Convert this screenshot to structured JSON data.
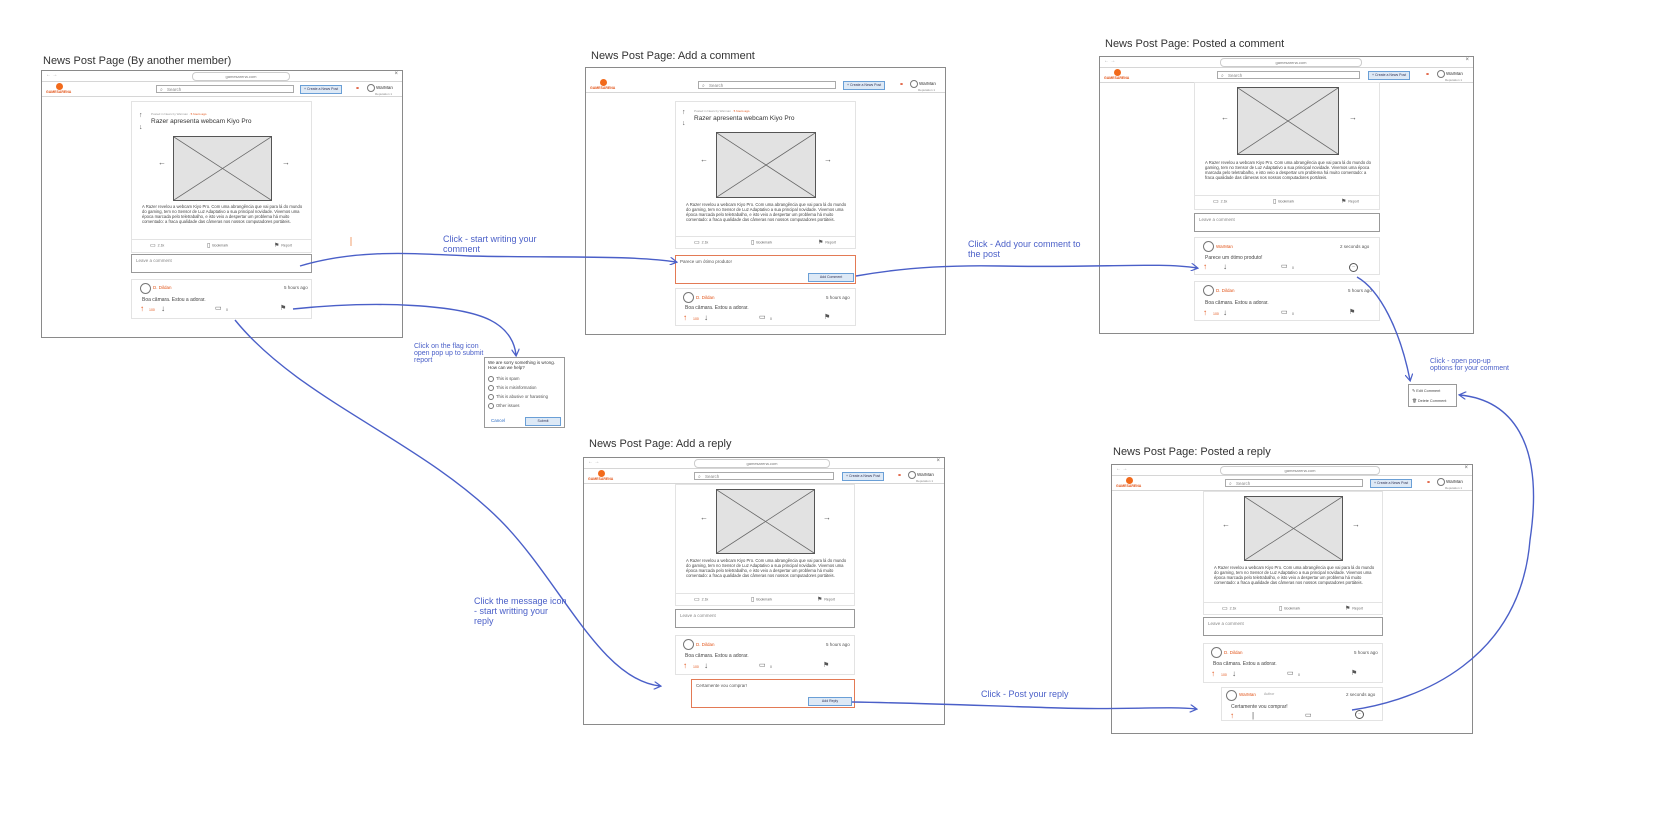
{
  "frames": {
    "f1": {
      "title": "News Post Page (By another member)"
    },
    "f2": {
      "title": "News Post Page: Add a comment"
    },
    "f3": {
      "title": "News Post Page: Posted a comment"
    },
    "f4": {
      "title": "News Post Page: Add a reply"
    },
    "f5": {
      "title": "News Post Page: Posted a reply"
    }
  },
  "ui": {
    "url": "gamesarena.com",
    "search": "Search",
    "create_button": "Create a News Post",
    "user_name": "WarMan",
    "user_sub": "Reputation 1",
    "logo": "GAMESARENA",
    "crumb_a": "Posted in News by Warman",
    "crumb_b": "5 hours ago",
    "post_title": "Razer apresenta webcam Kiyo Pro",
    "body": "A Razer revelou a webcam Kiyo Pro. Com uma abrangência que vai para lá do mundo do gaming, tem no Sensor de Luz Adaptativo a sua principal novidade. Vivemos uma época marcada pelo teletrabalho, e isto veio a despertar um problema há muito comentado: a fraca qualidade das câmeras nos nossos computadores portáteis.",
    "likes": "2.1k",
    "bookmark": "Bookmark",
    "report": "Report",
    "leave_comment": "Leave a comment",
    "add_comment_btn": "Add Comment",
    "add_reply_btn": "Add Reply",
    "submit_btn": "Submit",
    "cancel": "Cancel"
  },
  "comments": {
    "c1_name": "D. Dildan",
    "c1_time": "5 hours ago",
    "c1_text": "Boa câmara. Estou a adorar.",
    "c1_votes": "100",
    "c1_replies": "0",
    "c2_name": "WarMan",
    "c2_time": "2 seconds ago",
    "c2_text": "Parece um ótimo produto!",
    "c2_replies": "0",
    "reply_name": "WarMan",
    "reply_tag": "Author",
    "reply_time": "2 seconds ago",
    "reply_text": "Certamente vou comprar!",
    "draft_comment": "Parece um ótimo produto!",
    "draft_reply": "Certamente vou comprar!"
  },
  "report_popup": {
    "question": "We are sorry something is wrong. How can we help?",
    "options": [
      "This is spam",
      "This is misinformation",
      "This is abusive or harassing",
      "Other issues"
    ]
  },
  "comment_menu": {
    "items": [
      "Edit Comment",
      "Delete Comment"
    ]
  },
  "annotations": {
    "a1": "Click - start writing your comment",
    "a2": "Click - Add your comment to the post",
    "a3": "Click on the flag icon open pop up to submit report",
    "a4": "Click the message icon - start writting your reply",
    "a5": "Click - Post your reply",
    "a6": "Click - open pop-up options for your comment"
  }
}
